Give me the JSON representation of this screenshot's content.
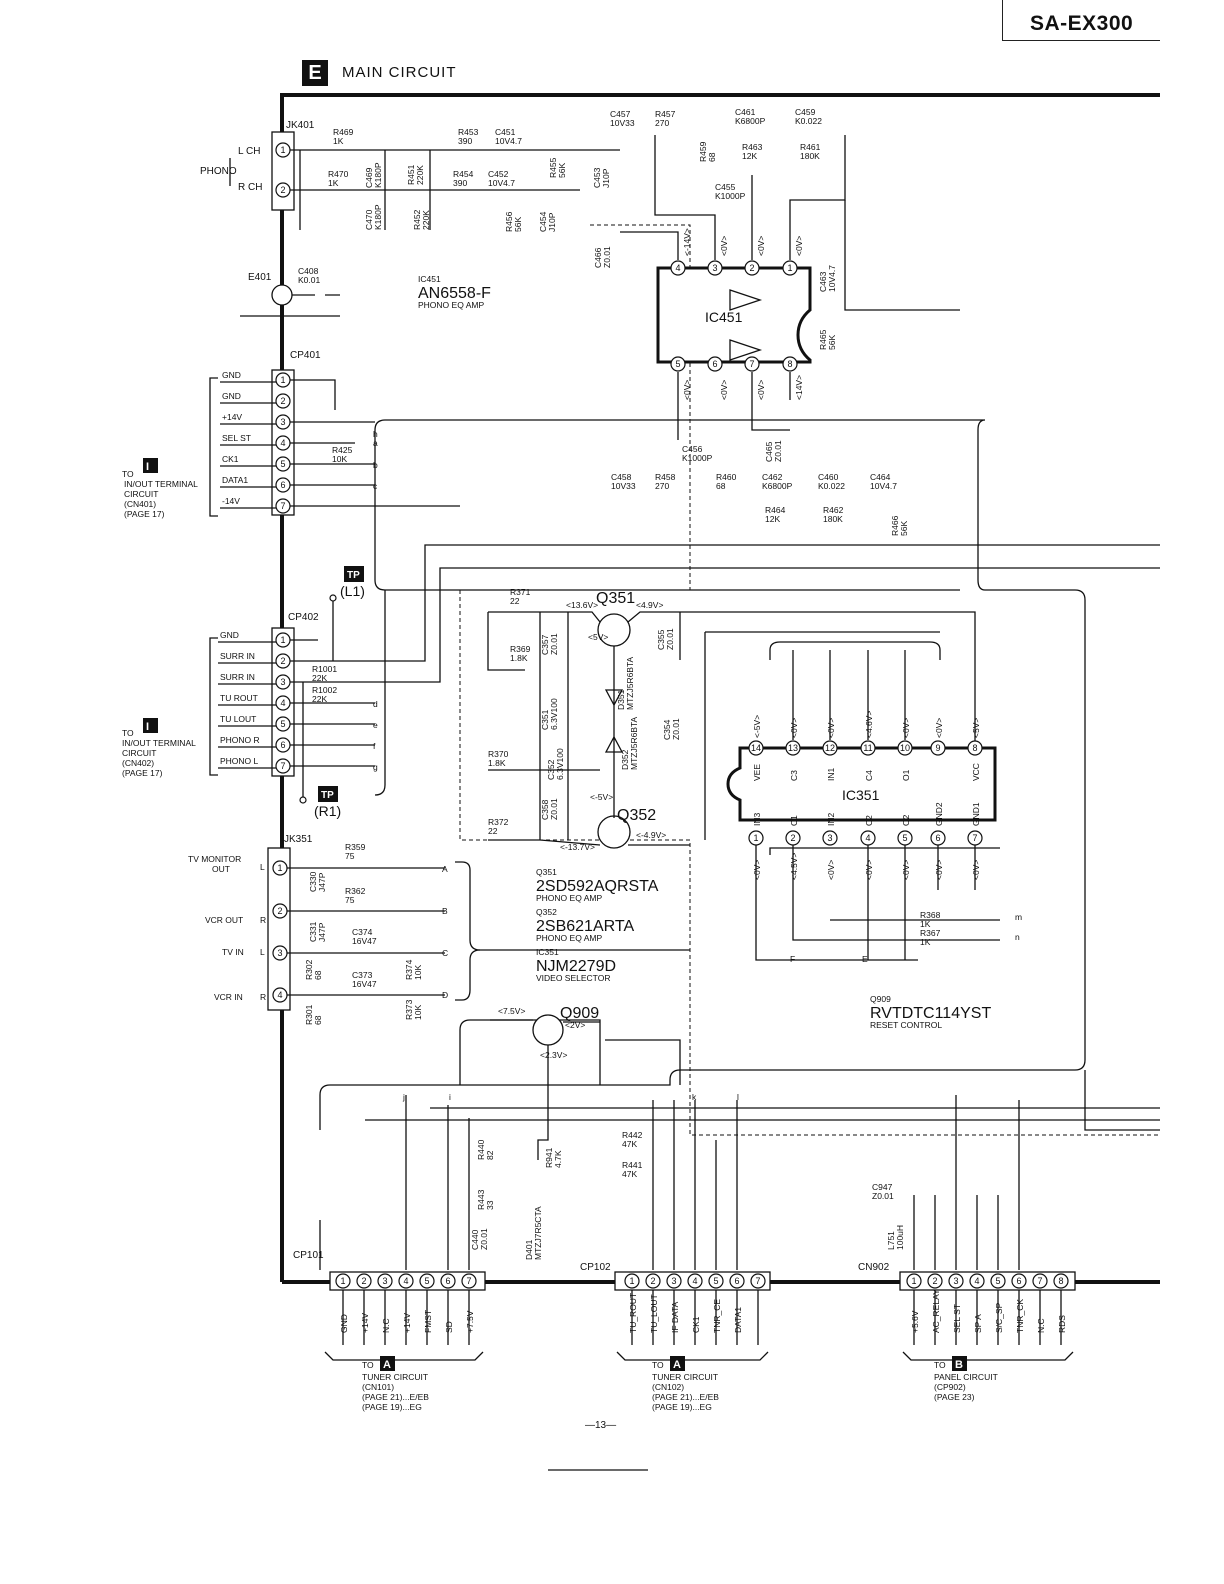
{
  "header": {
    "model": "SA-EX300",
    "section_badge": "E",
    "section_title": "MAIN CIRCUIT",
    "page_number": "—13—"
  },
  "connectors": {
    "jk401": {
      "ref": "JK401",
      "group": "PHONO",
      "pins": [
        "L CH",
        "R CH"
      ]
    },
    "e401": {
      "ref": "E401"
    },
    "cp401": {
      "ref": "CP401",
      "pins": [
        "GND",
        "GND",
        "+14V",
        "SEL ST",
        "CK1",
        "DATA1",
        "-14V"
      ],
      "to_badge": "I",
      "to_lines": [
        "TO",
        "IN/OUT TERMINAL",
        "CIRCUIT",
        "(CN401)",
        "(PAGE 17)"
      ]
    },
    "cp402": {
      "ref": "CP402",
      "pins": [
        "GND",
        "SURR IN",
        "SURR IN",
        "TU ROUT",
        "TU LOUT",
        "PHONO R",
        "PHONO L"
      ],
      "to_badge": "I",
      "to_lines": [
        "TO",
        "IN/OUT TERMINAL",
        "CIRCUIT",
        "(CN402)",
        "(PAGE 17)"
      ]
    },
    "jk351": {
      "ref": "JK351",
      "labels": [
        "TV MONITOR",
        "OUT",
        "VCR OUT",
        "TV IN",
        "VCR IN"
      ],
      "sides": [
        "L",
        "R",
        "L",
        "R"
      ]
    },
    "cp101": {
      "ref": "CP101",
      "pins": [
        "GND",
        "+14V",
        "N.C",
        "+14V",
        "FMST",
        "SD",
        "+7.5V"
      ],
      "to_badge": "A",
      "to_lines": [
        "TO",
        "TUNER CIRCUIT",
        "(CN101)",
        "(PAGE 21)...E/EB",
        "(PAGE 19)...EG"
      ]
    },
    "cp102": {
      "ref": "CP102",
      "pins": [
        "TU_ROUT",
        "TU_LOUT",
        "IF DATA",
        "CK1",
        "TNR_CE",
        "DATA1"
      ],
      "to_badge": "A",
      "to_lines": [
        "TO",
        "TUNER CIRCUIT",
        "(CN102)",
        "(PAGE 21)...E/EB",
        "(PAGE 19)...EG"
      ]
    },
    "cn902": {
      "ref": "CN902",
      "pins": [
        "+5.6V",
        "AC_RELAY",
        "SEL ST",
        "SP A",
        "S/C_SP",
        "TNR_CK",
        "N.C",
        "RDS"
      ],
      "to_badge": "B",
      "to_lines": [
        "TO",
        "PANEL CIRCUIT",
        "(CP902)",
        "(PAGE 23)"
      ]
    }
  },
  "ics": {
    "ic451": {
      "ref": "IC451",
      "part": "AN6558-F",
      "desc": "PHONO EQ AMP",
      "label": "IC451",
      "top_pins": [
        "4",
        "3",
        "2",
        "1"
      ],
      "bottom_pins": [
        "5",
        "6",
        "7",
        "8"
      ],
      "top_volts": [
        "<-14V>",
        "<0V>",
        "<0V>",
        "<0V>"
      ],
      "bottom_volts": [
        "<0V>",
        "<0V>",
        "<0V>",
        "<14V>"
      ]
    },
    "ic351": {
      "ref": "IC351",
      "label": "IC351",
      "top_pins": [
        "14",
        "13",
        "12",
        "11",
        "10",
        "9",
        "8"
      ],
      "top_names": [
        "VEE",
        "C3",
        "IN1",
        "C4",
        "O1",
        "",
        "VCC"
      ],
      "top_volts": [
        "<-5V>",
        "<0V>",
        "<0V>",
        "<4.6V>",
        "<0V>",
        "<0V>",
        "<5V>"
      ],
      "bottom_pins": [
        "1",
        "2",
        "3",
        "4",
        "5",
        "6",
        "7"
      ],
      "bottom_names": [
        "IN3",
        "C1",
        "IN2",
        "C2",
        "O2",
        "GND2",
        "GND1"
      ],
      "bottom_volts": [
        "<0V>",
        "<4.5V>",
        "<0V>",
        "<0V>",
        "<0V>",
        "<0V>",
        "<0V>"
      ]
    }
  },
  "transistors": {
    "q351": {
      "ref": "Q351",
      "volts": [
        "<13.6V>",
        "<4.9V>",
        "<5V>"
      ]
    },
    "q352": {
      "ref": "Q352",
      "volts": [
        "<-5V>",
        "<-4.9V>",
        "<-13.7V>"
      ]
    },
    "q909": {
      "ref": "Q909",
      "volts": [
        "<7.5V>",
        "<2V>",
        "<2.3V>"
      ]
    }
  },
  "parts_notes": [
    {
      "ref": "Q351",
      "part": "2SD592AQRSTA",
      "desc": "PHONO EQ AMP"
    },
    {
      "ref": "Q352",
      "part": "2SB621ARTA",
      "desc": "PHONO EQ AMP"
    },
    {
      "ref": "IC351",
      "part": "NJM2279D",
      "desc": "VIDEO SELECTOR"
    }
  ],
  "q909_note": {
    "ref": "Q909",
    "part": "RVTDTC114YST",
    "desc": "RESET CONTROL"
  },
  "ic451_note": {
    "ref": "IC451",
    "part": "AN6558-F",
    "desc": "PHONO EQ AMP"
  },
  "test_points": [
    {
      "badge": "TP",
      "name": "(L1)"
    },
    {
      "badge": "TP",
      "name": "(R1)"
    }
  ],
  "components": [
    {
      "ref": "R469",
      "val": "1K"
    },
    {
      "ref": "R470",
      "val": "1K"
    },
    {
      "ref": "C469",
      "val": "K180P"
    },
    {
      "ref": "C470",
      "val": "K180P"
    },
    {
      "ref": "R451",
      "val": "220K"
    },
    {
      "ref": "R452",
      "val": "220K"
    },
    {
      "ref": "R453",
      "val": "390"
    },
    {
      "ref": "R454",
      "val": "390"
    },
    {
      "ref": "C451",
      "val": "10V4.7"
    },
    {
      "ref": "C452",
      "val": "10V4.7"
    },
    {
      "ref": "R455",
      "val": "56K"
    },
    {
      "ref": "R456",
      "val": "56K"
    },
    {
      "ref": "C453",
      "val": "J10P"
    },
    {
      "ref": "C454",
      "val": "J10P"
    },
    {
      "ref": "C457",
      "val": "10V33"
    },
    {
      "ref": "R457",
      "val": "270"
    },
    {
      "ref": "R459",
      "val": "68"
    },
    {
      "ref": "C461",
      "val": "K6800P"
    },
    {
      "ref": "R463",
      "val": "12K"
    },
    {
      "ref": "C459",
      "val": "K0.022"
    },
    {
      "ref": "R461",
      "val": "180K"
    },
    {
      "ref": "C455",
      "val": "K1000P"
    },
    {
      "ref": "C466",
      "val": "Z0.01"
    },
    {
      "ref": "C463",
      "val": "10V4.7"
    },
    {
      "ref": "R465",
      "val": "56K"
    },
    {
      "ref": "C408",
      "val": "K0.01"
    },
    {
      "ref": "R425",
      "val": "10K"
    },
    {
      "ref": "C465",
      "val": "Z0.01"
    },
    {
      "ref": "C456",
      "val": "K1000P"
    },
    {
      "ref": "C458",
      "val": "10V33"
    },
    {
      "ref": "R458",
      "val": "270"
    },
    {
      "ref": "R460",
      "val": "68"
    },
    {
      "ref": "C462",
      "val": "K6800P"
    },
    {
      "ref": "C460",
      "val": "K0.022"
    },
    {
      "ref": "C464",
      "val": "10V4.7"
    },
    {
      "ref": "R464",
      "val": "12K"
    },
    {
      "ref": "R462",
      "val": "180K"
    },
    {
      "ref": "R466",
      "val": "56K"
    },
    {
      "ref": "R371",
      "val": "22"
    },
    {
      "ref": "C357",
      "val": "Z0.01"
    },
    {
      "ref": "R369",
      "val": "1.8K"
    },
    {
      "ref": "C355",
      "val": "Z0.01"
    },
    {
      "ref": "D351",
      "val": "MTZJ5R6BTA"
    },
    {
      "ref": "C351",
      "val": "6.3V100"
    },
    {
      "ref": "C352",
      "val": "6.3V100"
    },
    {
      "ref": "C354",
      "val": "Z0.01"
    },
    {
      "ref": "D352",
      "val": "MTZJ5R6BTA"
    },
    {
      "ref": "R370",
      "val": "1.8K"
    },
    {
      "ref": "C358",
      "val": "Z0.01"
    },
    {
      "ref": "R372",
      "val": "22"
    },
    {
      "ref": "R1001",
      "val": "22K"
    },
    {
      "ref": "R1002",
      "val": "22K"
    },
    {
      "ref": "R359",
      "val": "75"
    },
    {
      "ref": "R362",
      "val": "75"
    },
    {
      "ref": "C330",
      "val": "J47P"
    },
    {
      "ref": "C331",
      "val": "J47P"
    },
    {
      "ref": "C374",
      "val": "16V47"
    },
    {
      "ref": "C373",
      "val": "16V47"
    },
    {
      "ref": "R302",
      "val": "68"
    },
    {
      "ref": "R301",
      "val": "68"
    },
    {
      "ref": "R374",
      "val": "10K"
    },
    {
      "ref": "R373",
      "val": "10K"
    },
    {
      "ref": "R368",
      "val": "1K"
    },
    {
      "ref": "R367",
      "val": "1K"
    },
    {
      "ref": "R440",
      "val": "82"
    },
    {
      "ref": "R443",
      "val": "33"
    },
    {
      "ref": "R941",
      "val": "4.7K"
    },
    {
      "ref": "C440",
      "val": "Z0.01"
    },
    {
      "ref": "D401",
      "val": "MTZJ7R5CTA"
    },
    {
      "ref": "R442",
      "val": "47K"
    },
    {
      "ref": "R441",
      "val": "47K"
    },
    {
      "ref": "C947",
      "val": "Z0.01"
    },
    {
      "ref": "L751",
      "val": "100uH"
    }
  ],
  "net_letters": [
    "a",
    "b",
    "c",
    "d",
    "e",
    "f",
    "g",
    "h",
    "i",
    "j",
    "k",
    "l",
    "m",
    "n",
    "A",
    "B",
    "C",
    "D",
    "E",
    "F"
  ]
}
